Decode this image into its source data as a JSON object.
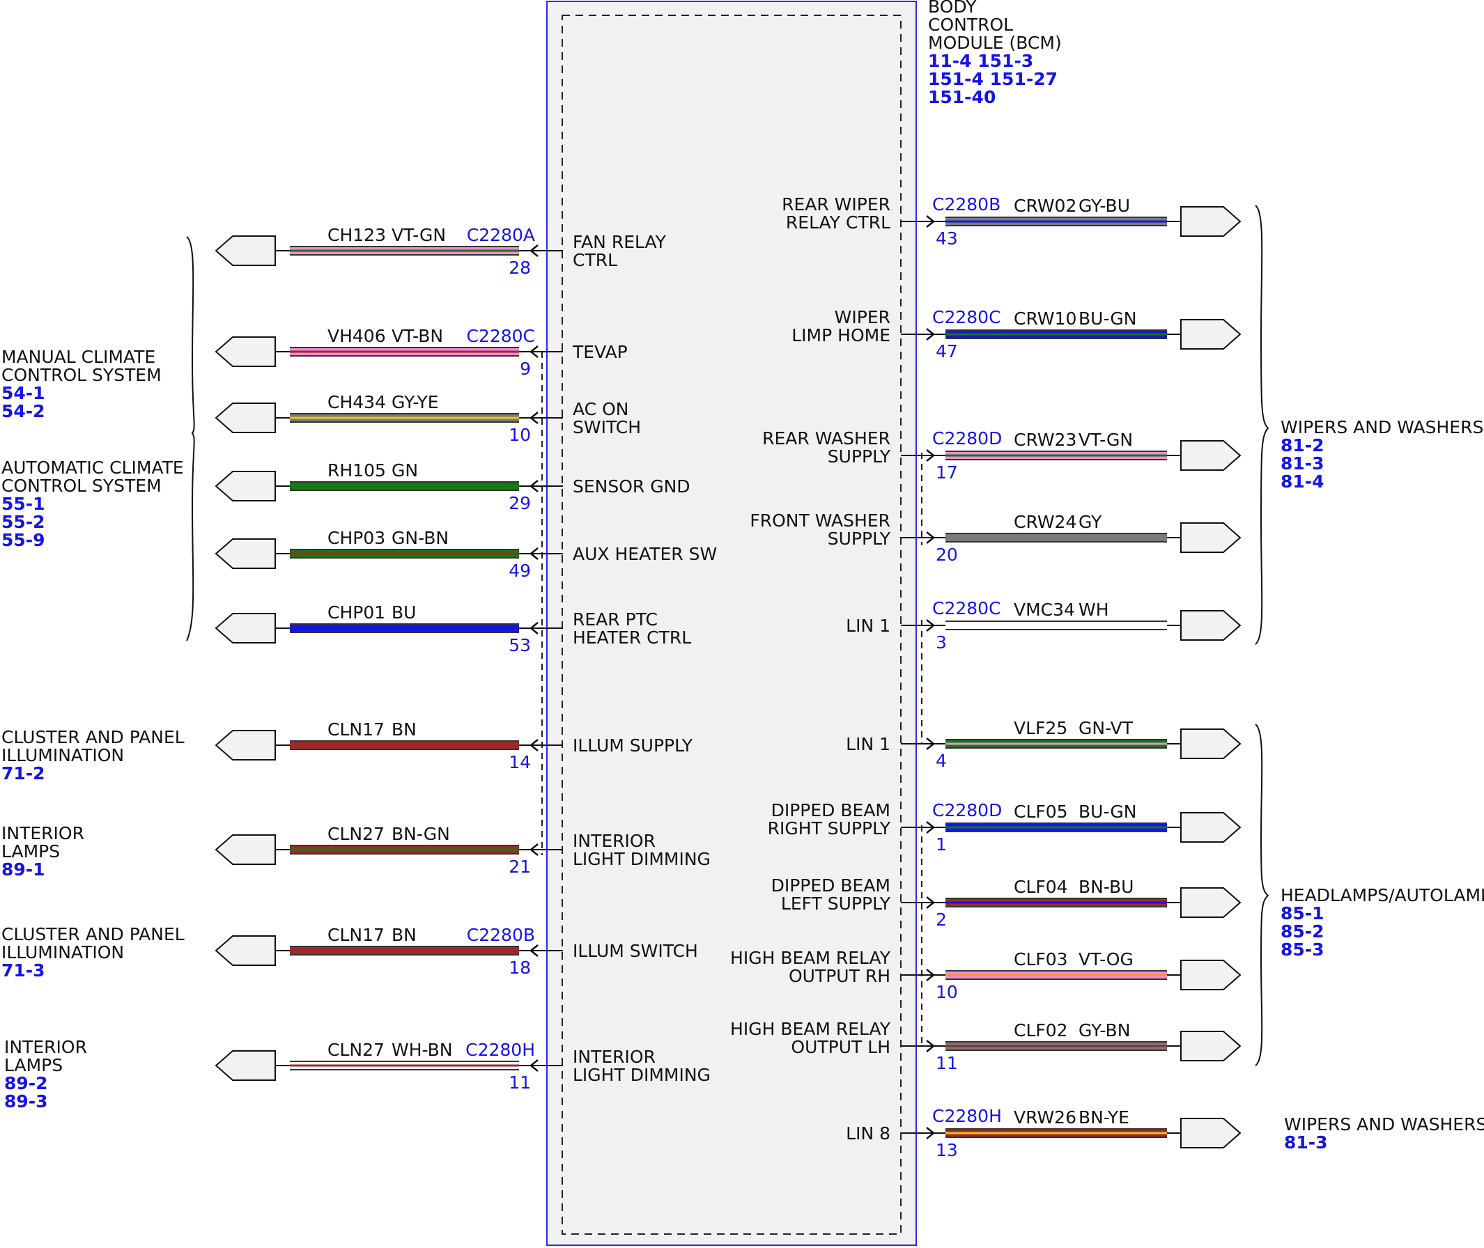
{
  "colors": {
    "module_border": "#2a2ae8",
    "module_fill": "#f1f1f1",
    "link_text": "#1414e6",
    "wire_codes": {
      "VT": "#f08cd8",
      "GN": "#137a13",
      "GY": "#7a7a7a",
      "YE": "#e6c619",
      "BU": "#1515e8",
      "BN": "#a02828",
      "WH": "#ffffff",
      "OG": "#f5962d"
    }
  },
  "module": {
    "label_lines": [
      "BODY",
      "CONTROL",
      "MODULE (BCM)"
    ],
    "ref_lines": [
      "11-4  151-3",
      "151-4  151-27",
      "151-40"
    ]
  },
  "groups": [
    {
      "label_lines": [
        "MANUAL CLIMATE",
        "CONTROL SYSTEM"
      ],
      "ref_lines": [
        "54-1",
        "54-2"
      ]
    },
    {
      "label_lines": [
        "AUTOMATIC CLIMATE",
        "CONTROL SYSTEM"
      ],
      "ref_lines": [
        "55-1",
        "55-2",
        "55-9"
      ]
    },
    {
      "label_lines": [
        "CLUSTER AND PANEL",
        "ILLUMINATION"
      ],
      "ref_lines": [
        "71-2"
      ]
    },
    {
      "label_lines": [
        "INTERIOR",
        "LAMPS"
      ],
      "ref_lines": [
        "89-1"
      ]
    },
    {
      "label_lines": [
        "CLUSTER AND PANEL",
        "ILLUMINATION"
      ],
      "ref_lines": [
        "71-3"
      ]
    },
    {
      "label_lines": [
        "INTERIOR",
        "LAMPS"
      ],
      "ref_lines": [
        "89-2",
        "89-3"
      ]
    },
    {
      "label_lines": [
        "WIPERS AND WASHERS"
      ],
      "ref_lines": [
        "81-2",
        "81-3",
        "81-4"
      ]
    },
    {
      "label_lines": [
        "HEADLAMPS/AUTOLAMPS"
      ],
      "ref_lines": [
        "85-1",
        "85-2",
        "85-3"
      ]
    },
    {
      "label_lines": [
        "WIPERS AND WASHERS"
      ],
      "ref_lines": [
        "81-3"
      ]
    }
  ],
  "left_circuits": [
    {
      "circuit": "CH123",
      "color": "VT-GN",
      "connector": "C2280A",
      "pin": "28",
      "function_lines": [
        "FAN RELAY",
        "CTRL"
      ]
    },
    {
      "circuit": "VH406",
      "color": "VT-BN",
      "connector": "C2280C",
      "pin": "9",
      "function_lines": [
        "TEVAP"
      ]
    },
    {
      "circuit": "CH434",
      "color": "GY-YE",
      "connector": "",
      "pin": "10",
      "function_lines": [
        "AC ON",
        "SWITCH"
      ]
    },
    {
      "circuit": "RH105",
      "color": "GN",
      "connector": "",
      "pin": "29",
      "function_lines": [
        "SENSOR GND"
      ]
    },
    {
      "circuit": "CHP03",
      "color": "GN-BN",
      "connector": "",
      "pin": "49",
      "function_lines": [
        "AUX HEATER SW"
      ]
    },
    {
      "circuit": "CHP01",
      "color": "BU",
      "connector": "",
      "pin": "53",
      "function_lines": [
        "REAR PTC",
        "HEATER CTRL"
      ]
    },
    {
      "circuit": "CLN17",
      "color": "BN",
      "connector": "",
      "pin": "14",
      "function_lines": [
        "ILLUM SUPPLY"
      ]
    },
    {
      "circuit": "CLN27",
      "color": "BN-GN",
      "connector": "",
      "pin": "21",
      "function_lines": [
        "INTERIOR",
        "LIGHT DIMMING"
      ]
    },
    {
      "circuit": "CLN17",
      "color": "BN",
      "connector": "C2280B",
      "pin": "18",
      "function_lines": [
        "ILLUM SWITCH"
      ]
    },
    {
      "circuit": "CLN27",
      "color": "WH-BN",
      "connector": "C2280H",
      "pin": "11",
      "function_lines": [
        "INTERIOR",
        "LIGHT DIMMING"
      ]
    }
  ],
  "right_circuits": [
    {
      "circuit": "CRW02",
      "color": "GY-BU",
      "connector": "C2280B",
      "pin": "43",
      "function_lines": [
        "REAR WIPER",
        "RELAY CTRL"
      ]
    },
    {
      "circuit": "CRW10",
      "color": "BU-GN",
      "connector": "C2280C",
      "pin": "47",
      "function_lines": [
        "WIPER",
        "LIMP HOME"
      ]
    },
    {
      "circuit": "CRW23",
      "color": "VT-GN",
      "connector": "C2280D",
      "pin": "17",
      "function_lines": [
        "REAR WASHER",
        "SUPPLY"
      ]
    },
    {
      "circuit": "CRW24",
      "color": "GY",
      "connector": "",
      "pin": "20",
      "function_lines": [
        "FRONT WASHER",
        "SUPPLY"
      ]
    },
    {
      "circuit": "VMC34",
      "color": "WH",
      "connector": "C2280C",
      "pin": "3",
      "function_lines": [
        "LIN 1"
      ]
    },
    {
      "circuit": "VLF25",
      "color": "GN-VT",
      "connector": "",
      "pin": "4",
      "function_lines": [
        "LIN 1"
      ]
    },
    {
      "circuit": "CLF05",
      "color": "BU-GN",
      "connector": "C2280D",
      "pin": "1",
      "function_lines": [
        "DIPPED BEAM",
        "RIGHT SUPPLY"
      ]
    },
    {
      "circuit": "CLF04",
      "color": "BN-BU",
      "connector": "",
      "pin": "2",
      "function_lines": [
        "DIPPED BEAM",
        "LEFT SUPPLY"
      ]
    },
    {
      "circuit": "CLF03",
      "color": "VT-OG",
      "connector": "",
      "pin": "10",
      "function_lines": [
        "HIGH BEAM RELAY",
        "OUTPUT RH"
      ]
    },
    {
      "circuit": "CLF02",
      "color": "GY-BN",
      "connector": "",
      "pin": "11",
      "function_lines": [
        "HIGH BEAM RELAY",
        "OUTPUT LH"
      ]
    },
    {
      "circuit": "VRW26",
      "color": "BN-YE",
      "connector": "C2280H",
      "pin": "13",
      "function_lines": [
        "LIN 8"
      ]
    }
  ]
}
